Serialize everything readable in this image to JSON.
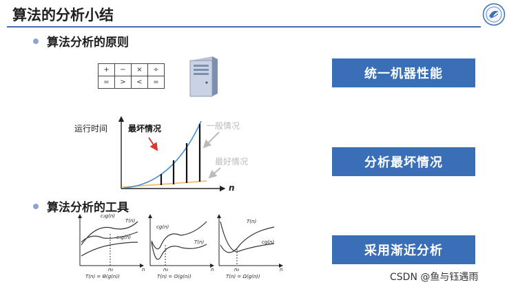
{
  "slide": {
    "title": "算法的分析小结",
    "accent_color": "#3a6fb7"
  },
  "section1": {
    "label": "算法分析的原则"
  },
  "section2": {
    "label": "算法分析的工具"
  },
  "ops_table": {
    "rows": [
      [
        "+",
        "−",
        "×",
        "÷"
      ],
      [
        "=",
        ">",
        "<",
        "="
      ]
    ]
  },
  "server_icon": "server-tower-icon",
  "logo_icon": "university-emblem-icon",
  "growth_chart": {
    "ylabel": "运行时间",
    "xlabel": "n",
    "worst_label": "最坏情况",
    "average_label": "一般情况",
    "best_label": "最好情况"
  },
  "buttons": {
    "unified_machine": "统一机器性能",
    "worst_case": "分析最坏情况",
    "asymptotic": "采用渐近分析"
  },
  "asymptotic_plots": [
    {
      "upper": "c₂g(n)",
      "curve": "T(n)",
      "lower": "c₁g(n)",
      "n0": "n₀",
      "n": "n",
      "caption": "T(n) = Θ(g(n))"
    },
    {
      "upper": "cg(n)",
      "curve": "T(n)",
      "n0": "n₀",
      "n": "n",
      "caption": "T(n) = O(g(n))"
    },
    {
      "upper": "T(n)",
      "curve": "cg(n)",
      "n0": "n₀",
      "n": "n",
      "caption": "T(n) = Ω(g(n))"
    }
  ],
  "watermark": "CSDN @鱼与钰遇雨"
}
